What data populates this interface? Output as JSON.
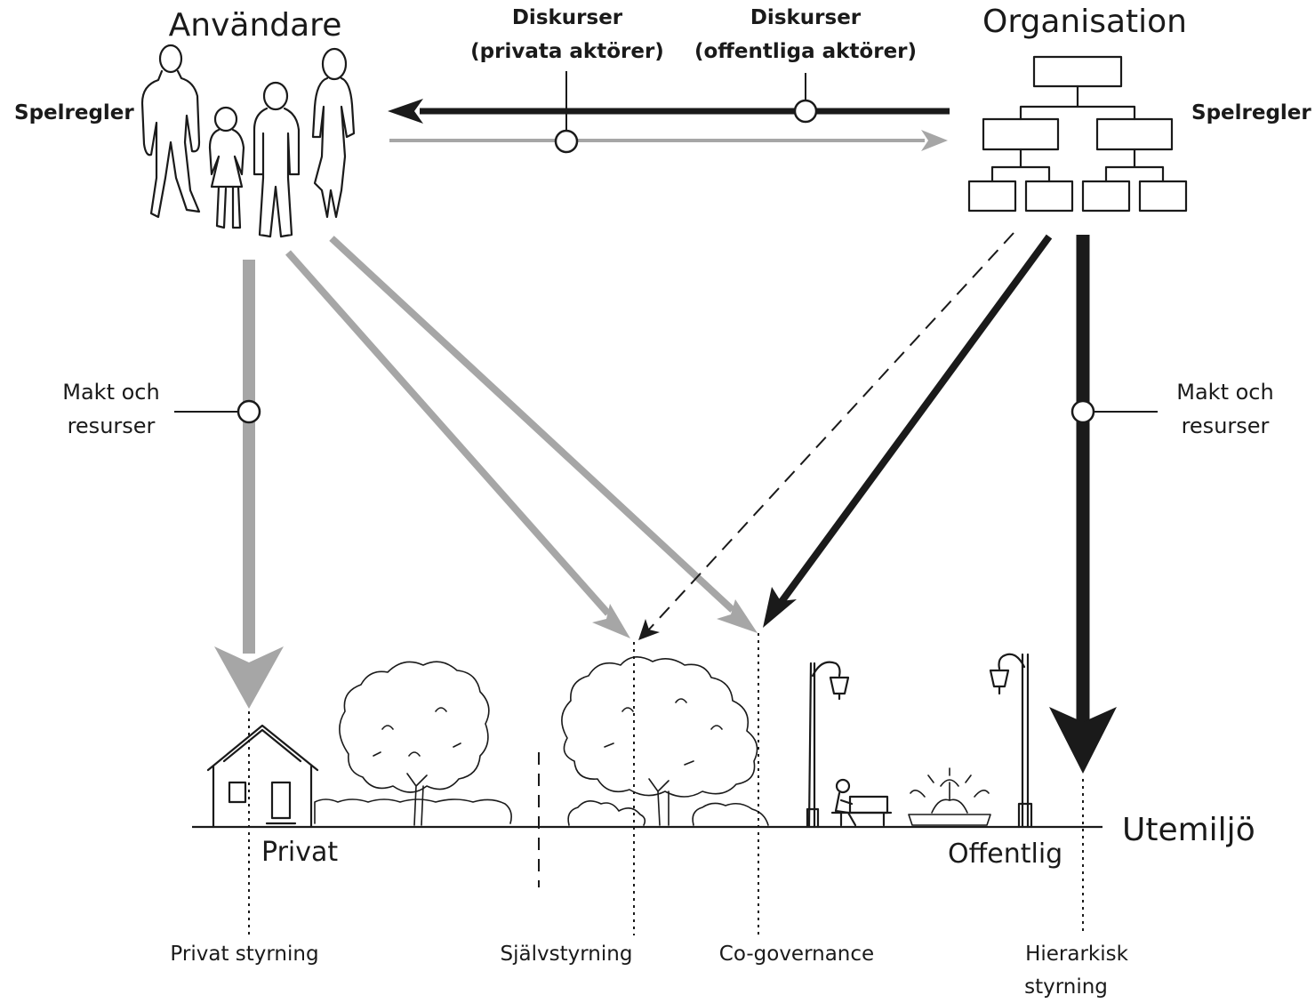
{
  "actors": {
    "users": "Användare",
    "organisation": "Organisation"
  },
  "rules": {
    "left": "Spelregler",
    "right": "Spelregler"
  },
  "discourses": {
    "private_line1": "Diskurser",
    "private_line2": "(privata aktörer)",
    "public_line1": "Diskurser",
    "public_line2": "(offentliga aktörer)"
  },
  "power": {
    "left_line1": "Makt och",
    "left_line2": "resurser",
    "right_line1": "Makt och",
    "right_line2": "resurser"
  },
  "environment": {
    "title": "Utemiljö",
    "private": "Privat",
    "public": "Offentlig"
  },
  "governance": {
    "private": "Privat styrning",
    "self": "Självstyrning",
    "co": "Co-governance",
    "hier_line1": "Hierarkisk",
    "hier_line2": "styrning"
  },
  "colors": {
    "ink": "#1a1a1a",
    "grey_arrow": "#a6a6a6"
  }
}
